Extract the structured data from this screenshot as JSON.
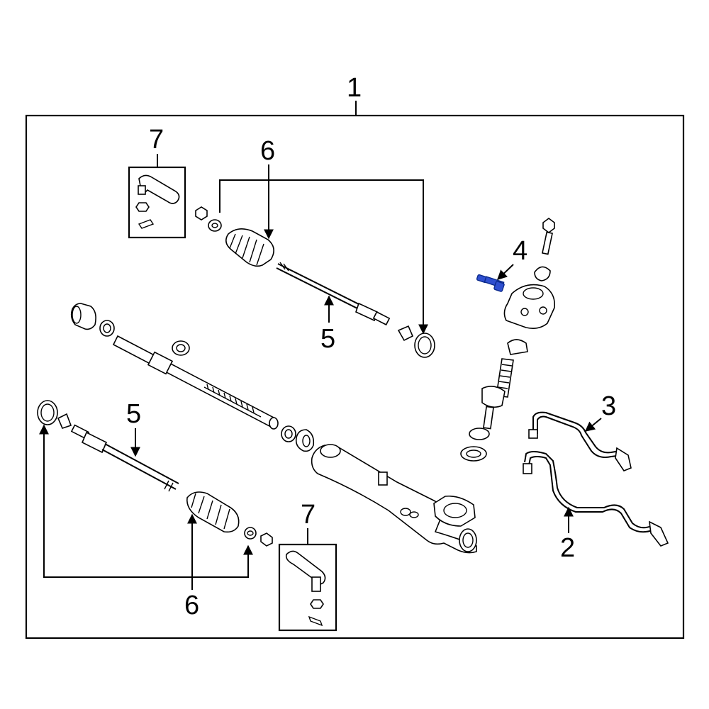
{
  "callouts": {
    "c1": "1",
    "c2": "2",
    "c3": "3",
    "c4": "4",
    "c5a": "5",
    "c5b": "5",
    "c6a": "6",
    "c6b": "6",
    "c7a": "7",
    "c7b": "7"
  },
  "colors": {
    "highlight": "#2f4fd0",
    "line": "#000000",
    "background": "#ffffff"
  },
  "highlighted_part": "4"
}
